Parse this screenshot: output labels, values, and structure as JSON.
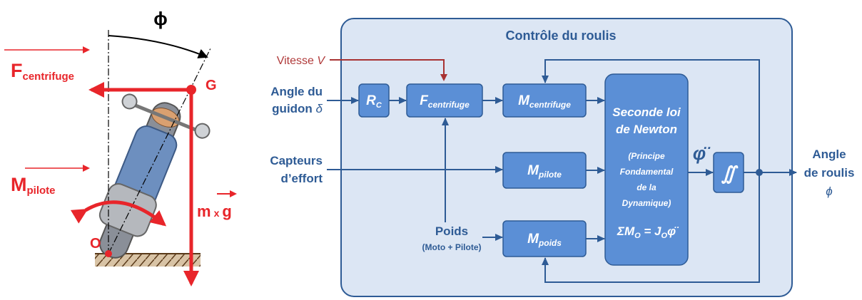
{
  "left": {
    "phi": "ϕ",
    "f_main": "F",
    "f_sub": "centrifuge",
    "g": "G",
    "m_main": "M",
    "m_sub": "pilote",
    "o": "O",
    "weight_m": "m",
    "weight_x": "x",
    "weight_g": "g"
  },
  "diagram": {
    "title": "Contrôle du roulis",
    "vitesse_prefix": "Vitesse ",
    "vitesse_var": "V",
    "input_angle_line1": "Angle du",
    "input_angle_line2": "guidon ",
    "input_angle_var": "δ",
    "input_capteurs_line1": "Capteurs",
    "input_capteurs_line2": "d’effort",
    "poids_label": "Poids",
    "poids_sub": "(Moto + Pilote)",
    "block_rc_main": "R",
    "block_rc_sub": "C",
    "block_fc_main": "F",
    "block_fc_sub": "centrifuge",
    "block_mc_main": "M",
    "block_mc_sub": "centrifuge",
    "block_mp_main": "M",
    "block_mp_sub": "pilote",
    "block_mpo_main": "M",
    "block_mpo_sub": "poids",
    "newton_line1": "Seconde loi",
    "newton_line2": "de Newton",
    "newton_p1": "(Principe",
    "newton_p2": "Fondamental",
    "newton_p3": "de la",
    "newton_p4": "Dynamique)",
    "newton_eq": "ΣM",
    "newton_eq_sub": "O",
    "newton_eq_mid": " = J",
    "newton_eq_sub2": "O",
    "newton_eq_end": "φ̈",
    "phi_ddot": "φ̈",
    "integral": "∬",
    "output_line1": "Angle",
    "output_line2": "de roulis",
    "output_var": "ϕ"
  },
  "colors": {
    "red": "#e8252a",
    "arrow_blue": "#2e5b95",
    "block_fill": "#5b8fd6",
    "container_fill": "#dce6f4",
    "vitesse_red": "#b03a3a"
  }
}
